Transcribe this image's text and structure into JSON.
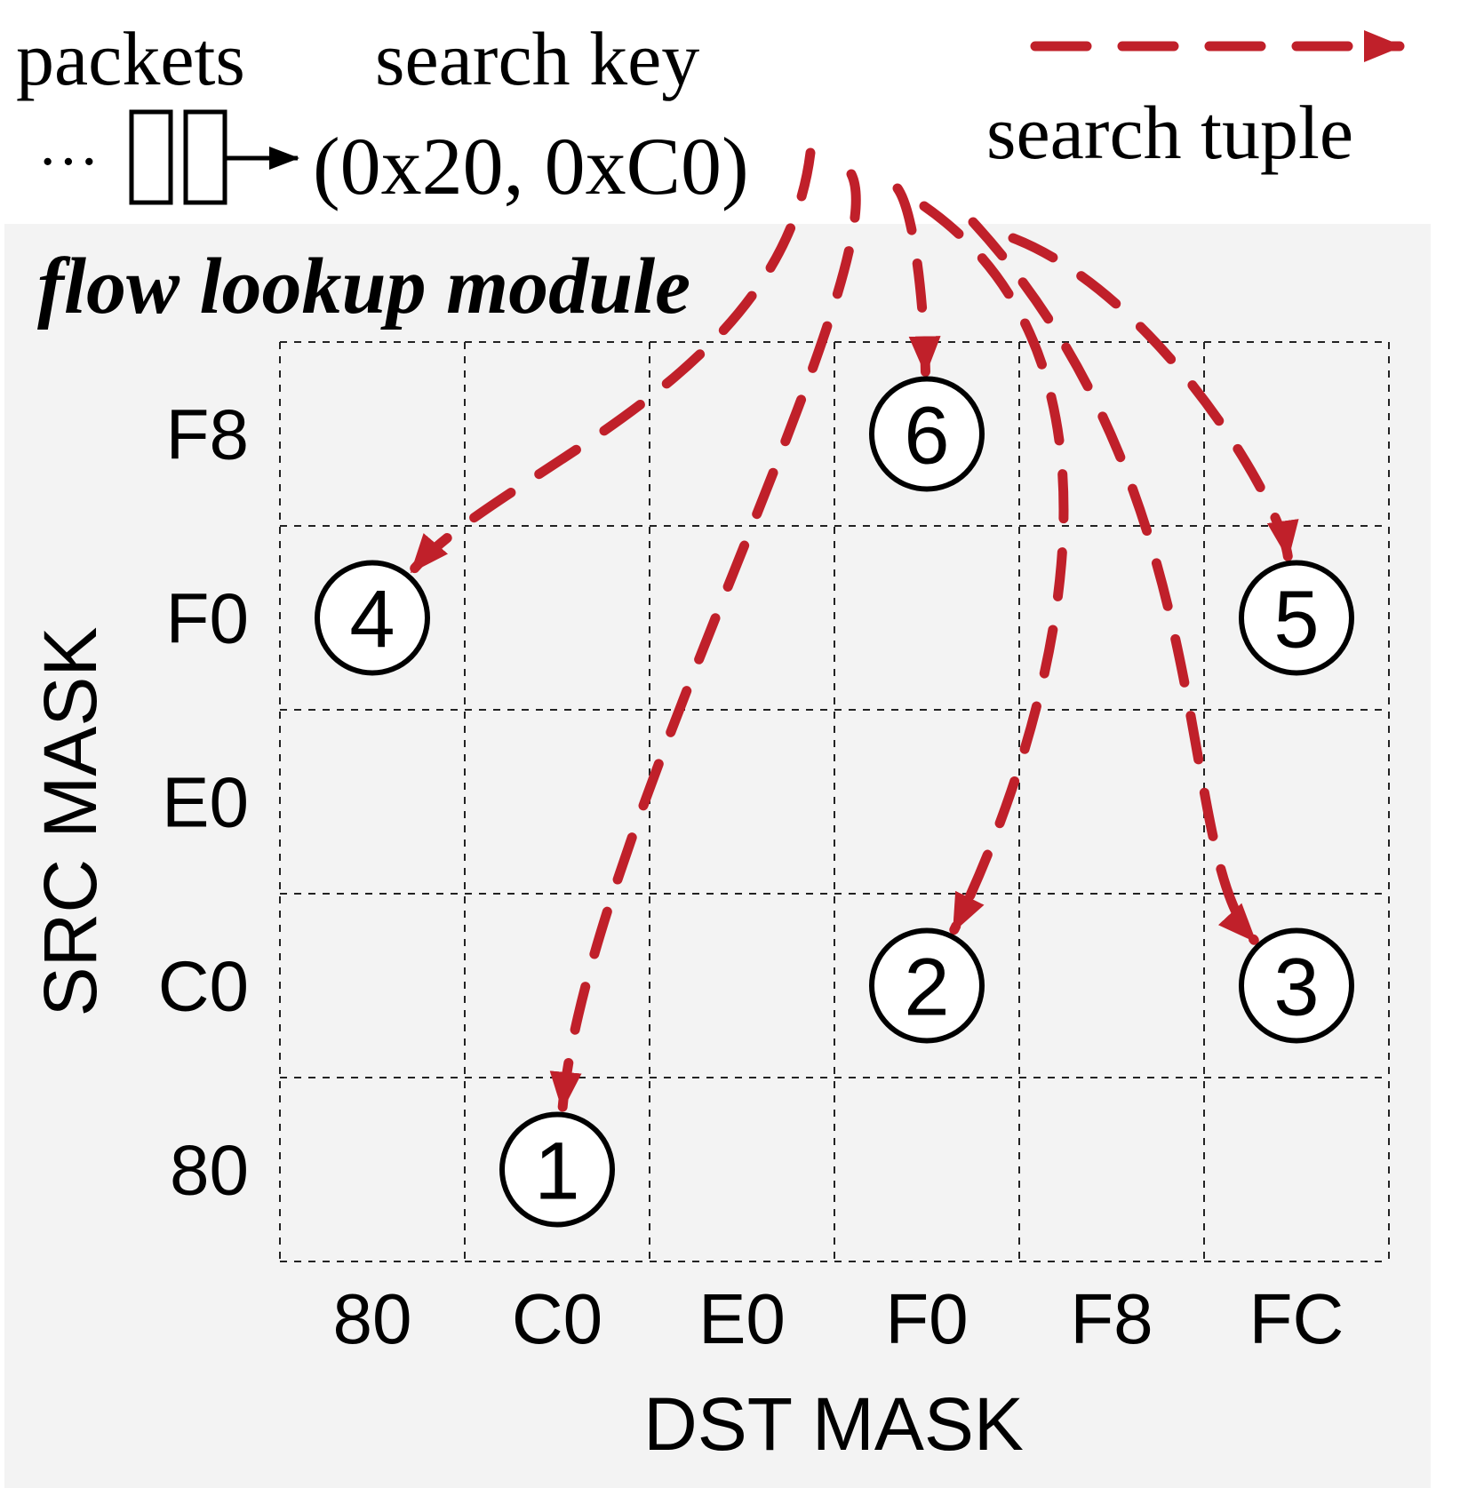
{
  "header": {
    "packets_label": "packets",
    "search_key_label": "search key",
    "ellipsis": "···",
    "search_key_value": "(0x20, 0xC0)",
    "legend_label": "search tuple"
  },
  "module": {
    "title": "flow lookup module"
  },
  "axes": {
    "y_label": "SRC MASK",
    "x_label": "DST MASK",
    "y_ticks": [
      "F8",
      "F0",
      "E0",
      "C0",
      "80"
    ],
    "x_ticks": [
      "80",
      "C0",
      "E0",
      "F0",
      "F8",
      "FC"
    ]
  },
  "tuples": [
    {
      "label": "1",
      "dst": "C0",
      "src": "80"
    },
    {
      "label": "2",
      "dst": "F0",
      "src": "C0"
    },
    {
      "label": "3",
      "dst": "FC",
      "src": "C0"
    },
    {
      "label": "4",
      "dst": "80",
      "src": "F0"
    },
    {
      "label": "5",
      "dst": "FC",
      "src": "F0"
    },
    {
      "label": "6",
      "dst": "F0",
      "src": "F8"
    }
  ],
  "colors": {
    "arrow": "#c0202a",
    "module_bg": "#f3f3f3",
    "grid": "#222222",
    "text": "#000000"
  }
}
